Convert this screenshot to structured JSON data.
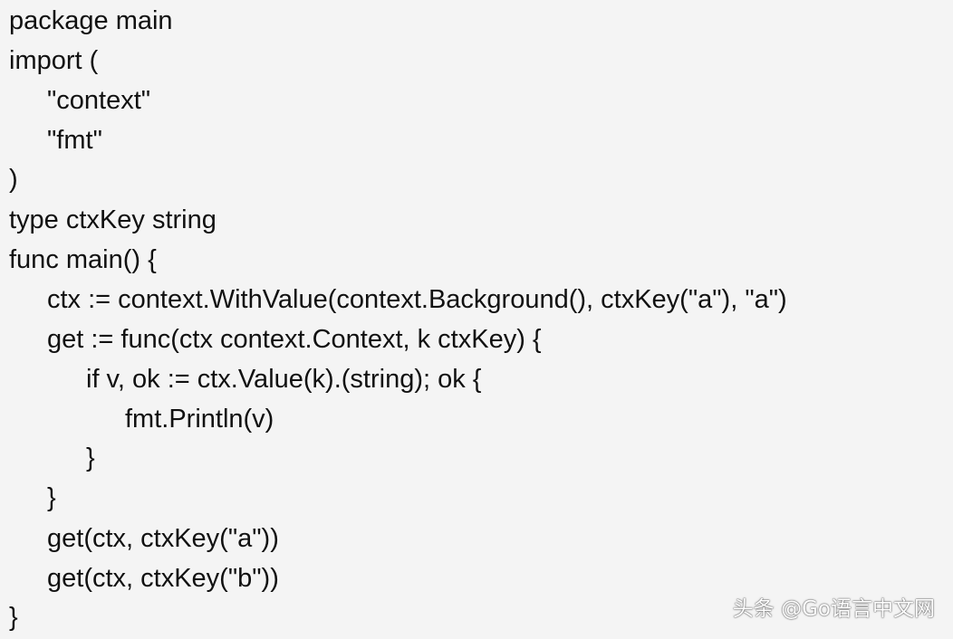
{
  "code": {
    "lines": [
      "package main",
      "import (",
      "\"context\"",
      "\"fmt\"",
      ")",
      "type ctxKey string",
      "func main() {",
      "ctx := context.WithValue(context.Background(), ctxKey(\"a\"), \"a\")",
      "get := func(ctx context.Context, k ctxKey) {",
      "if v, ok := ctx.Value(k).(string); ok {",
      "fmt.Println(v)",
      "}",
      "}",
      "get(ctx, ctxKey(\"a\"))",
      "get(ctx, ctxKey(\"b\"))",
      "}"
    ]
  },
  "watermark": {
    "text": "头条 @Go语言中文网"
  },
  "colors": {
    "background": "#f4f4f4",
    "text": "#111111",
    "watermark": "#ffffff"
  }
}
